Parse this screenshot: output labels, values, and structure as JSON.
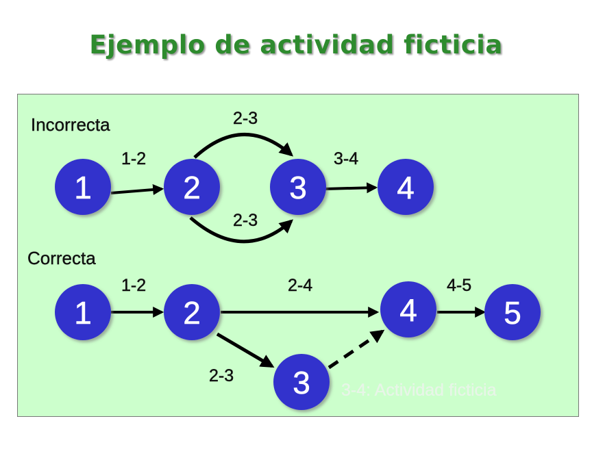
{
  "title": "Ejemplo de actividad ficticia",
  "colors": {
    "title": "#2e8b2e",
    "panel": "#ccffcc",
    "node": "#3333cc",
    "note": "#e8f5e8"
  },
  "incorrecta": {
    "label": "Incorrecta",
    "nodes": [
      "1",
      "2",
      "3",
      "4"
    ],
    "edges": [
      {
        "label": "1-2"
      },
      {
        "label": "2-3"
      },
      {
        "label": "2-3"
      },
      {
        "label": "3-4"
      }
    ]
  },
  "correcta": {
    "label": "Correcta",
    "nodes": [
      "1",
      "2",
      "3",
      "4",
      "5"
    ],
    "edges": [
      {
        "label": "1-2"
      },
      {
        "label": "2-4"
      },
      {
        "label": "2-3"
      },
      {
        "label": "4-5"
      }
    ],
    "note": "3-4: Actividad ficticia"
  }
}
